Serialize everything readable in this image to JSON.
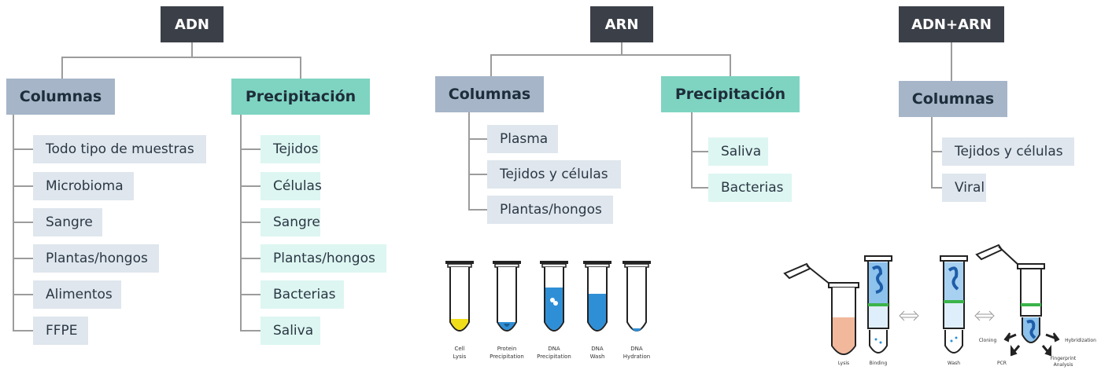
{
  "colors": {
    "dark_header": "#3b3f48",
    "columnas": "#a6b5c8",
    "precipitacion": "#7ed4c1",
    "columnas_item": "#dfe6ed",
    "precipitacion_item": "#ddf6f1",
    "connector": "#9c9c9c"
  },
  "adn": {
    "title": "ADN",
    "columnas": {
      "label": "Columnas",
      "items": [
        "Todo tipo de muestras",
        "Microbioma",
        "Sangre",
        "Plantas/hongos",
        "Alimentos",
        "FFPE"
      ]
    },
    "precipitacion": {
      "label": "Precipitación",
      "items": [
        "Tejidos",
        "Células",
        "Sangre",
        "Plantas/hongos",
        "Bacterias",
        "Saliva"
      ]
    }
  },
  "arn": {
    "title": "ARN",
    "columnas": {
      "label": "Columnas",
      "items": [
        "Plasma",
        "Tejidos y células",
        "Plantas/hongos"
      ]
    },
    "precipitacion": {
      "label": "Precipitación",
      "items": [
        "Saliva",
        "Bacterias"
      ]
    }
  },
  "adn_arn": {
    "title": "ADN+ARN",
    "columnas": {
      "label": "Columnas",
      "items": [
        "Tejidos y células",
        "Viral"
      ]
    }
  },
  "precip_illustration": {
    "steps": [
      {
        "line1": "Cell",
        "line2": "Lysis",
        "fill": "yellow-fill"
      },
      {
        "line1": "Protein",
        "line2": "Precipitation",
        "fill": "blue-fill"
      },
      {
        "line1": "DNA",
        "line2": "Precipitation",
        "fill": "blue-fill"
      },
      {
        "line1": "DNA",
        "line2": "Wash",
        "fill": "blue-fill"
      },
      {
        "line1": "DNA",
        "line2": "Hydration",
        "fill": "blue-fill"
      }
    ]
  },
  "column_illustration": {
    "labels": {
      "lysis": "Lysis",
      "binding": "Binding",
      "wash": "Wash",
      "cloning": "Cloning",
      "pcr": "PCR",
      "hybridization": "Hybridization",
      "fingerprint": "Fingerprint",
      "fingerprint2": "Analysis"
    }
  }
}
